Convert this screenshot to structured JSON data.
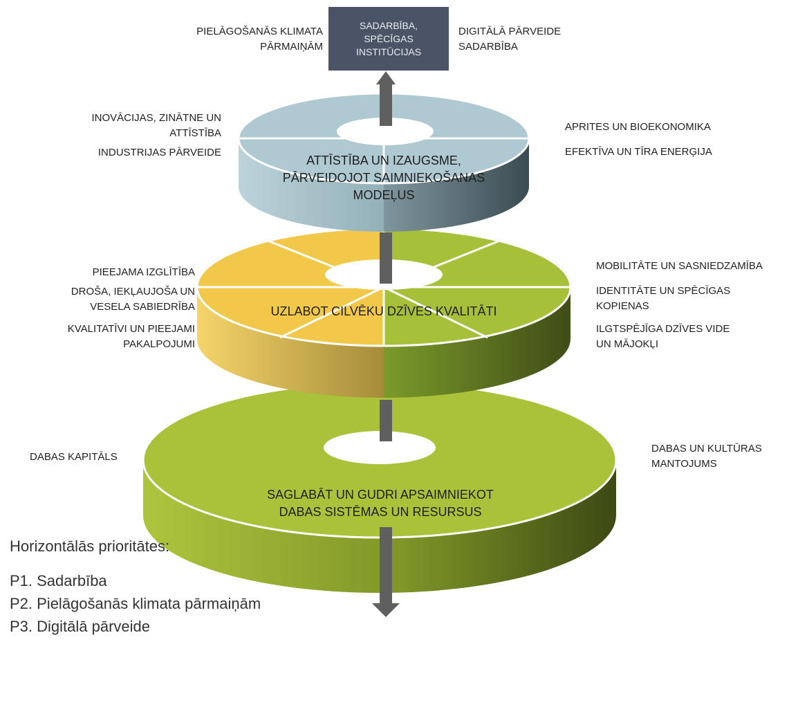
{
  "top_box": {
    "text": "SADARBĪBA,\nSPĒCĪGAS\nINSTITŪCIJAS"
  },
  "top_labels": {
    "left": [
      "PIELĀGOŠANĀS KLIMATA",
      "PĀRMAIŅĀM"
    ],
    "right": [
      "DIGITĀLĀ PĀRVEIDE",
      "SADARBĪBA"
    ]
  },
  "tier1": {
    "title": [
      "ATTĪSTĪBA UN IZAUGSME,",
      "PĀRVEIDOJOT SAIMNIEKOŠANAS",
      "MODEĻUS"
    ],
    "left_labels": {
      "a": [
        "INOVĀCIJAS, ZINĀTNE UN",
        "ATTĪSTĪBA"
      ],
      "b": "INDUSTRIJAS PĀRVEIDE"
    },
    "right_labels": {
      "a": "APRITES UN BIOEKONOMIKA",
      "b": "EFEKTĪVA UN TĪRA ENERĢIJA"
    },
    "colors": {
      "top": "#aec9d2",
      "side_left": "#bcd3da",
      "side_right": "#3b4c52"
    }
  },
  "tier2": {
    "title": "UZLABOT CILVĒKU DZĪVES KVALITĀTI",
    "left_labels": {
      "a": "PIEEJAMA IZGLĪTĪBA",
      "b": [
        "DROŠA, IEKĻAUJOŠA UN",
        "VESELA SABIEDRĪBA"
      ],
      "c": [
        "KVALITATĪVI UN PIEEJAMI",
        "PAKALPOJUMI"
      ]
    },
    "right_labels": {
      "a": "MOBILITĀTE UN SASNIEDZAMĪBA",
      "b": [
        "IDENTITĀTE UN SPĒCĪGAS",
        "KOPIENAS"
      ],
      "c": [
        "ILGTSPĒJĪGA DZĪVES VIDE",
        "UN MĀJOKĻI"
      ]
    },
    "colors": {
      "left": "#f2c84a",
      "right": "#a6c03a",
      "side_left_dark": "#a68c3a",
      "side_right_dark": "#3f4d17"
    }
  },
  "tier3": {
    "title": [
      "SAGLABĀT UN GUDRI APSAIMNIEKOT",
      "DABAS SISTĒMAS UN RESURSUS"
    ],
    "left_label": "DABAS KAPITĀLS",
    "right_label": [
      "DABAS UN KULTŪRAS",
      "MANTOJUMS"
    ],
    "colors": {
      "top": "#a9c23a",
      "side_light": "#a9c23a",
      "side_dark": "#3c4a14"
    }
  },
  "arrow_color": "#5f5f5f",
  "legend": {
    "title": "Horizontālās prioritātes:",
    "items": [
      "P1. Sadarbība",
      "P2. Pielāgošanās klimata pārmaiņām",
      "P3. Digitālā pārveide"
    ]
  }
}
